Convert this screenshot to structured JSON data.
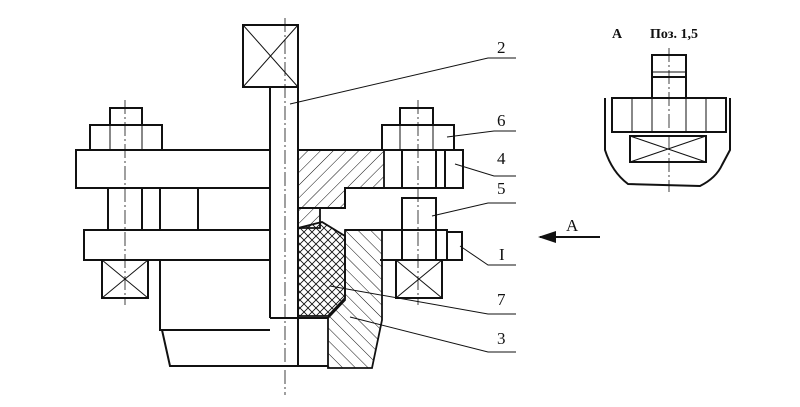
{
  "view_header": {
    "view_letter": "A",
    "positions_note": "Поз. 1,5"
  },
  "arrow_label": "A",
  "callouts": [
    {
      "id": "c2",
      "text": "2"
    },
    {
      "id": "c6",
      "text": "6"
    },
    {
      "id": "c4",
      "text": "4"
    },
    {
      "id": "c5",
      "text": "5"
    },
    {
      "id": "c1",
      "text": "I"
    },
    {
      "id": "c7",
      "text": "7"
    },
    {
      "id": "c3",
      "text": "3"
    }
  ],
  "colors": {
    "line": "#111111",
    "background": "#ffffff"
  }
}
